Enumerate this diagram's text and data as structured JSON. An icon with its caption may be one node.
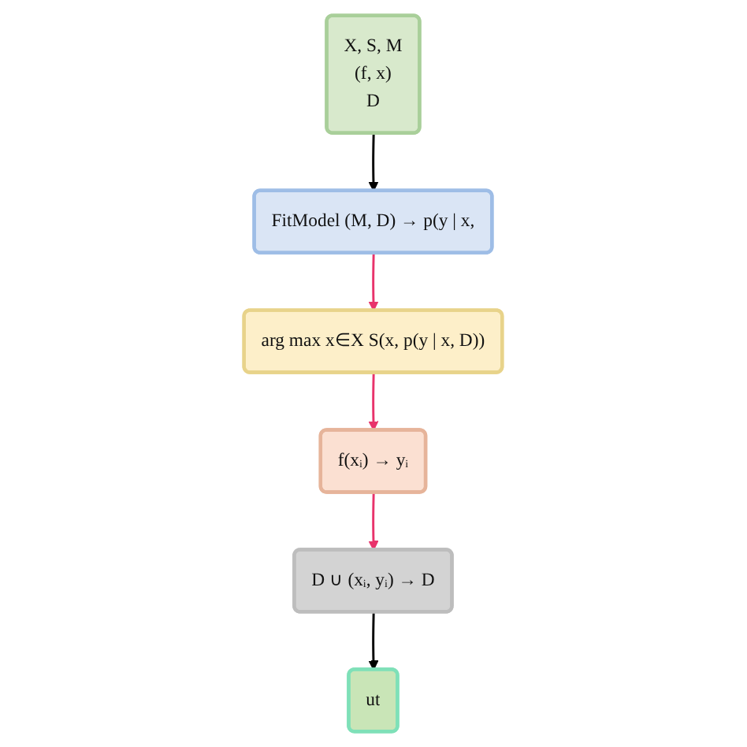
{
  "diagram": {
    "nodes": [
      {
        "text": [
          "X, S, M",
          "(f, x)",
          "D"
        ]
      },
      {
        "text": [
          "FitModel (M, D) → p(y | x,"
        ]
      },
      {
        "text": [
          "arg max x∈X S(x, p(y | x, D))"
        ]
      },
      {
        "text": [
          "f(xᵢ) → yᵢ"
        ]
      },
      {
        "text": [
          "D ∪ (xᵢ, yᵢ) → D"
        ]
      },
      {
        "text": [
          "ut"
        ]
      }
    ],
    "edges": [
      {
        "from": 0,
        "to": 1,
        "arrow": "to",
        "color": "#000000"
      },
      {
        "from": 1,
        "to": 2,
        "arrow": "to"
      },
      {
        "from": 2,
        "to": 3,
        "arrow": "to"
      },
      {
        "from": 3,
        "to": 4,
        "arrow": "to"
      },
      {
        "from": 4,
        "to": 5,
        "arrow": "to",
        "color": "#000000"
      }
    ]
  }
}
